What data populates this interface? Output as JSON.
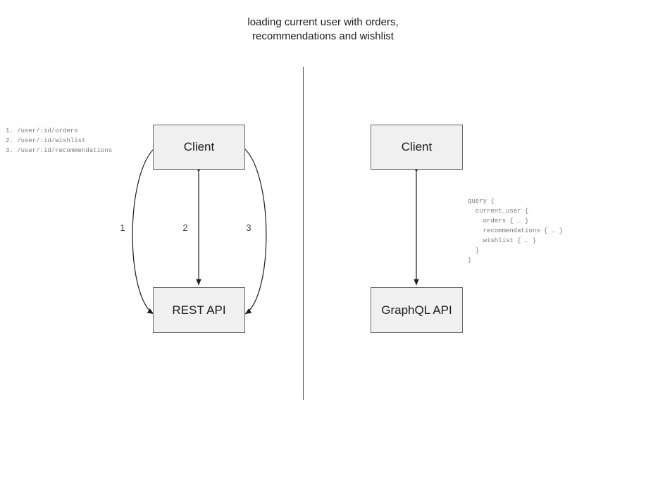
{
  "title": "loading current user with orders,\nrecommendations and wishlist",
  "divider": {
    "name": "vertical-divider"
  },
  "left_panel": {
    "client_box": {
      "label": "Client"
    },
    "api_box": {
      "label": "REST API"
    },
    "endpoints_code": "1. /user/:id/orders\n2. /user/:id/wishlist\n3. /user/:id/recommendations",
    "edge_labels": [
      "1",
      "2",
      "3"
    ]
  },
  "right_panel": {
    "client_box": {
      "label": "Client"
    },
    "api_box": {
      "label": "GraphQL API"
    },
    "query_code": "query {\n  current_user {\n    orders { … }\n    recommendations { … }\n    wishlist { … }\n  }\n}"
  },
  "colors": {
    "box_fill": "#f0f0f0",
    "box_border": "#666666",
    "arrow": "#1c1c1c",
    "code_text": "#7a7a7a",
    "divider": "#555555",
    "title_text": "#1c1c1c"
  }
}
